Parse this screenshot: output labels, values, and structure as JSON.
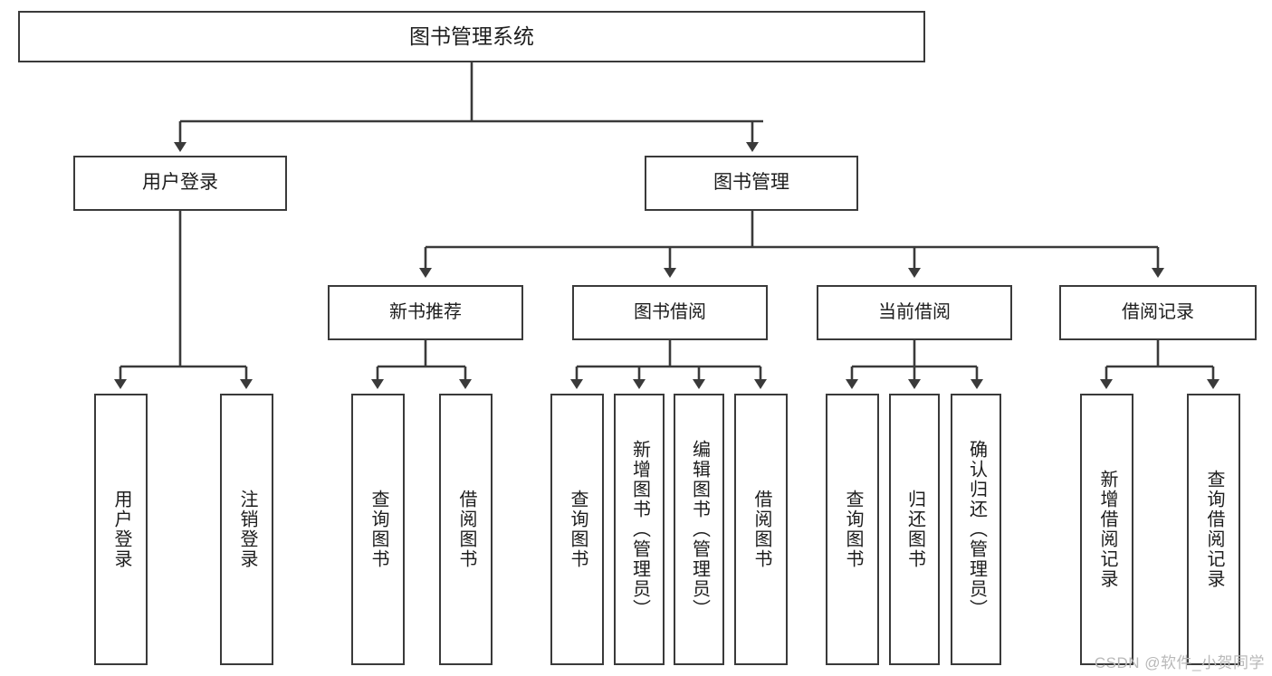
{
  "diagram": {
    "title": "图书管理系统",
    "root": {
      "label": "图书管理系统"
    },
    "level1": [
      {
        "label": "用户登录"
      },
      {
        "label": "图书管理"
      }
    ],
    "level2": [
      {
        "label": "新书推荐"
      },
      {
        "label": "图书借阅"
      },
      {
        "label": "当前借阅"
      },
      {
        "label": "借阅记录"
      }
    ],
    "leaves": [
      {
        "label": "用户登录"
      },
      {
        "label": "注销登录"
      },
      {
        "label": "查询图书"
      },
      {
        "label": "借阅图书"
      },
      {
        "label": "查询图书"
      },
      {
        "label": "新增图书（管理员）"
      },
      {
        "label": "编辑图书（管理员）"
      },
      {
        "label": "借阅图书"
      },
      {
        "label": "查询图书"
      },
      {
        "label": "归还图书"
      },
      {
        "label": "确认归还（管理员）"
      },
      {
        "label": "新增借阅记录"
      },
      {
        "label": "查询借阅记录"
      }
    ]
  },
  "watermark": "CSDN @软件_小贺同学",
  "colors": {
    "stroke": "#3a3a3a",
    "background": "#ffffff",
    "text": "#1d1d1d",
    "watermark": "#b9b9b9"
  }
}
